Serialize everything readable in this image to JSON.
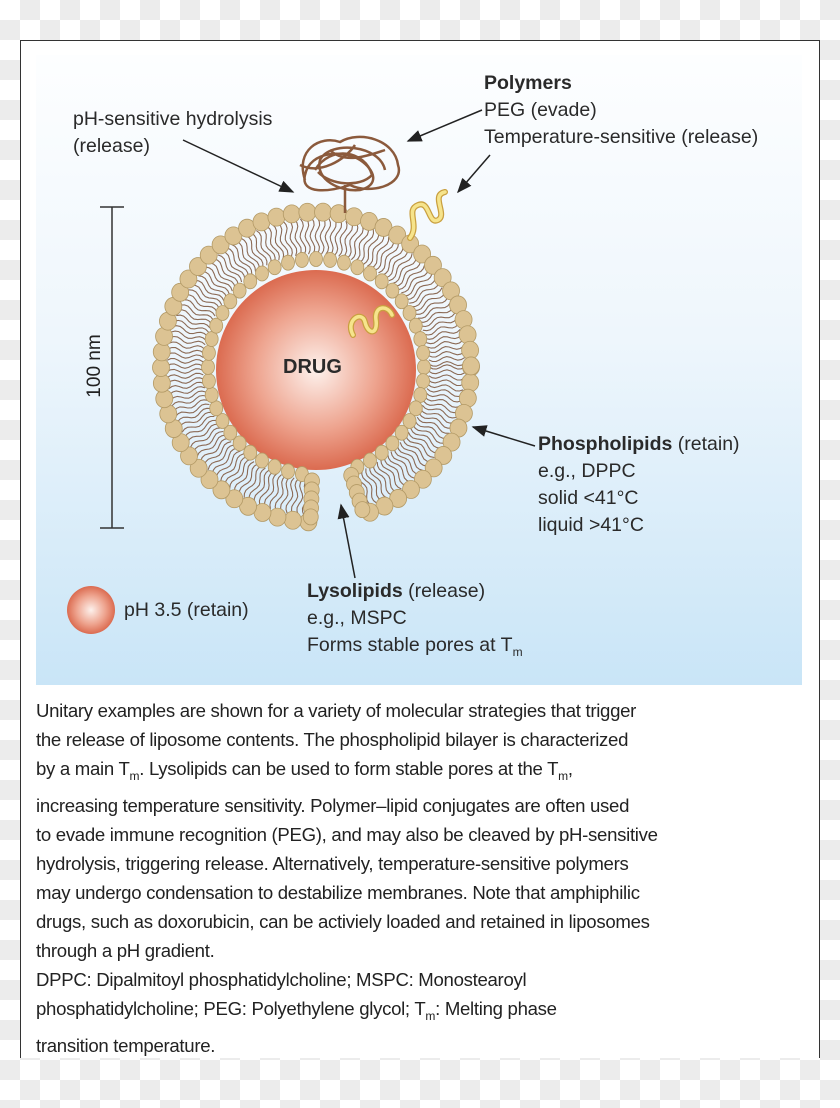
{
  "figure": {
    "polymers_title": "Polymers",
    "polymers_peg": "PEG (evade)",
    "polymers_temp": "Temperature-sensitive (release)",
    "ph_hydrolysis_line1": "pH-sensitive hydrolysis",
    "ph_hydrolysis_line2": "(release)",
    "drug_label": "DRUG",
    "scale_label": "100 nm",
    "phospholipids_title": "Phospholipids",
    "phospholipids_suffix": " (retain)",
    "phospholipids_example": "e.g., DPPC",
    "phospholipids_solid": "solid <41°C",
    "phospholipids_liquid": "liquid >41°C",
    "lysolipids_title": "Lysolipids",
    "lysolipids_suffix": " (release)",
    "lysolipids_example": "e.g., MSPC",
    "lysolipids_pores": "Forms stable pores at T",
    "lysolipids_pores_sub": "m",
    "ph_legend": "pH 3.5 (retain)",
    "colors": {
      "head": "#dcc393",
      "head_stroke": "#b39a66",
      "tail": "#8b6a55",
      "polymer": "#8b5a3c",
      "temp_polymer": "#f3de7a",
      "drug": "#e07a60"
    }
  },
  "caption": {
    "lines": [
      [
        {
          "t": "Unitary examples are shown for a variety of molecular strategies that trigger"
        }
      ],
      [
        {
          "t": "the release of liposome contents. The phospholipid bilayer is characterized"
        }
      ],
      [
        {
          "t": "by a main T"
        },
        {
          "sub": "m"
        },
        {
          "t": ". Lysolipids can be used to form stable pores at the T"
        },
        {
          "sub": "m"
        },
        {
          "t": ","
        }
      ],
      [
        {
          "t": "increasing temperature sensitivity. Polymer–lipid conjugates are often used"
        }
      ],
      [
        {
          "t": "to evade immune recognition (PEG), and may also be cleaved by pH-sensitive"
        }
      ],
      [
        {
          "t": "hydrolysis, triggering release. Alternatively, temperature-sensitive polymers"
        }
      ],
      [
        {
          "t": "may undergo condensation to destabilize membranes. Note that amphiphilic"
        }
      ],
      [
        {
          "t": "drugs, such as doxorubicin, can be activiely loaded and retained in liposomes"
        }
      ],
      [
        {
          "t": "through a pH gradient."
        }
      ],
      [
        {
          "t": "DPPC: Dipalmitoyl phosphatidylcholine; MSPC: Monostearoyl"
        }
      ],
      [
        {
          "t": "phosphatidylcholine; PEG: Polyethylene glycol; T"
        },
        {
          "sub": "m"
        },
        {
          "t": ": Melting phase"
        }
      ],
      [
        {
          "t": "transition temperature."
        }
      ]
    ]
  }
}
